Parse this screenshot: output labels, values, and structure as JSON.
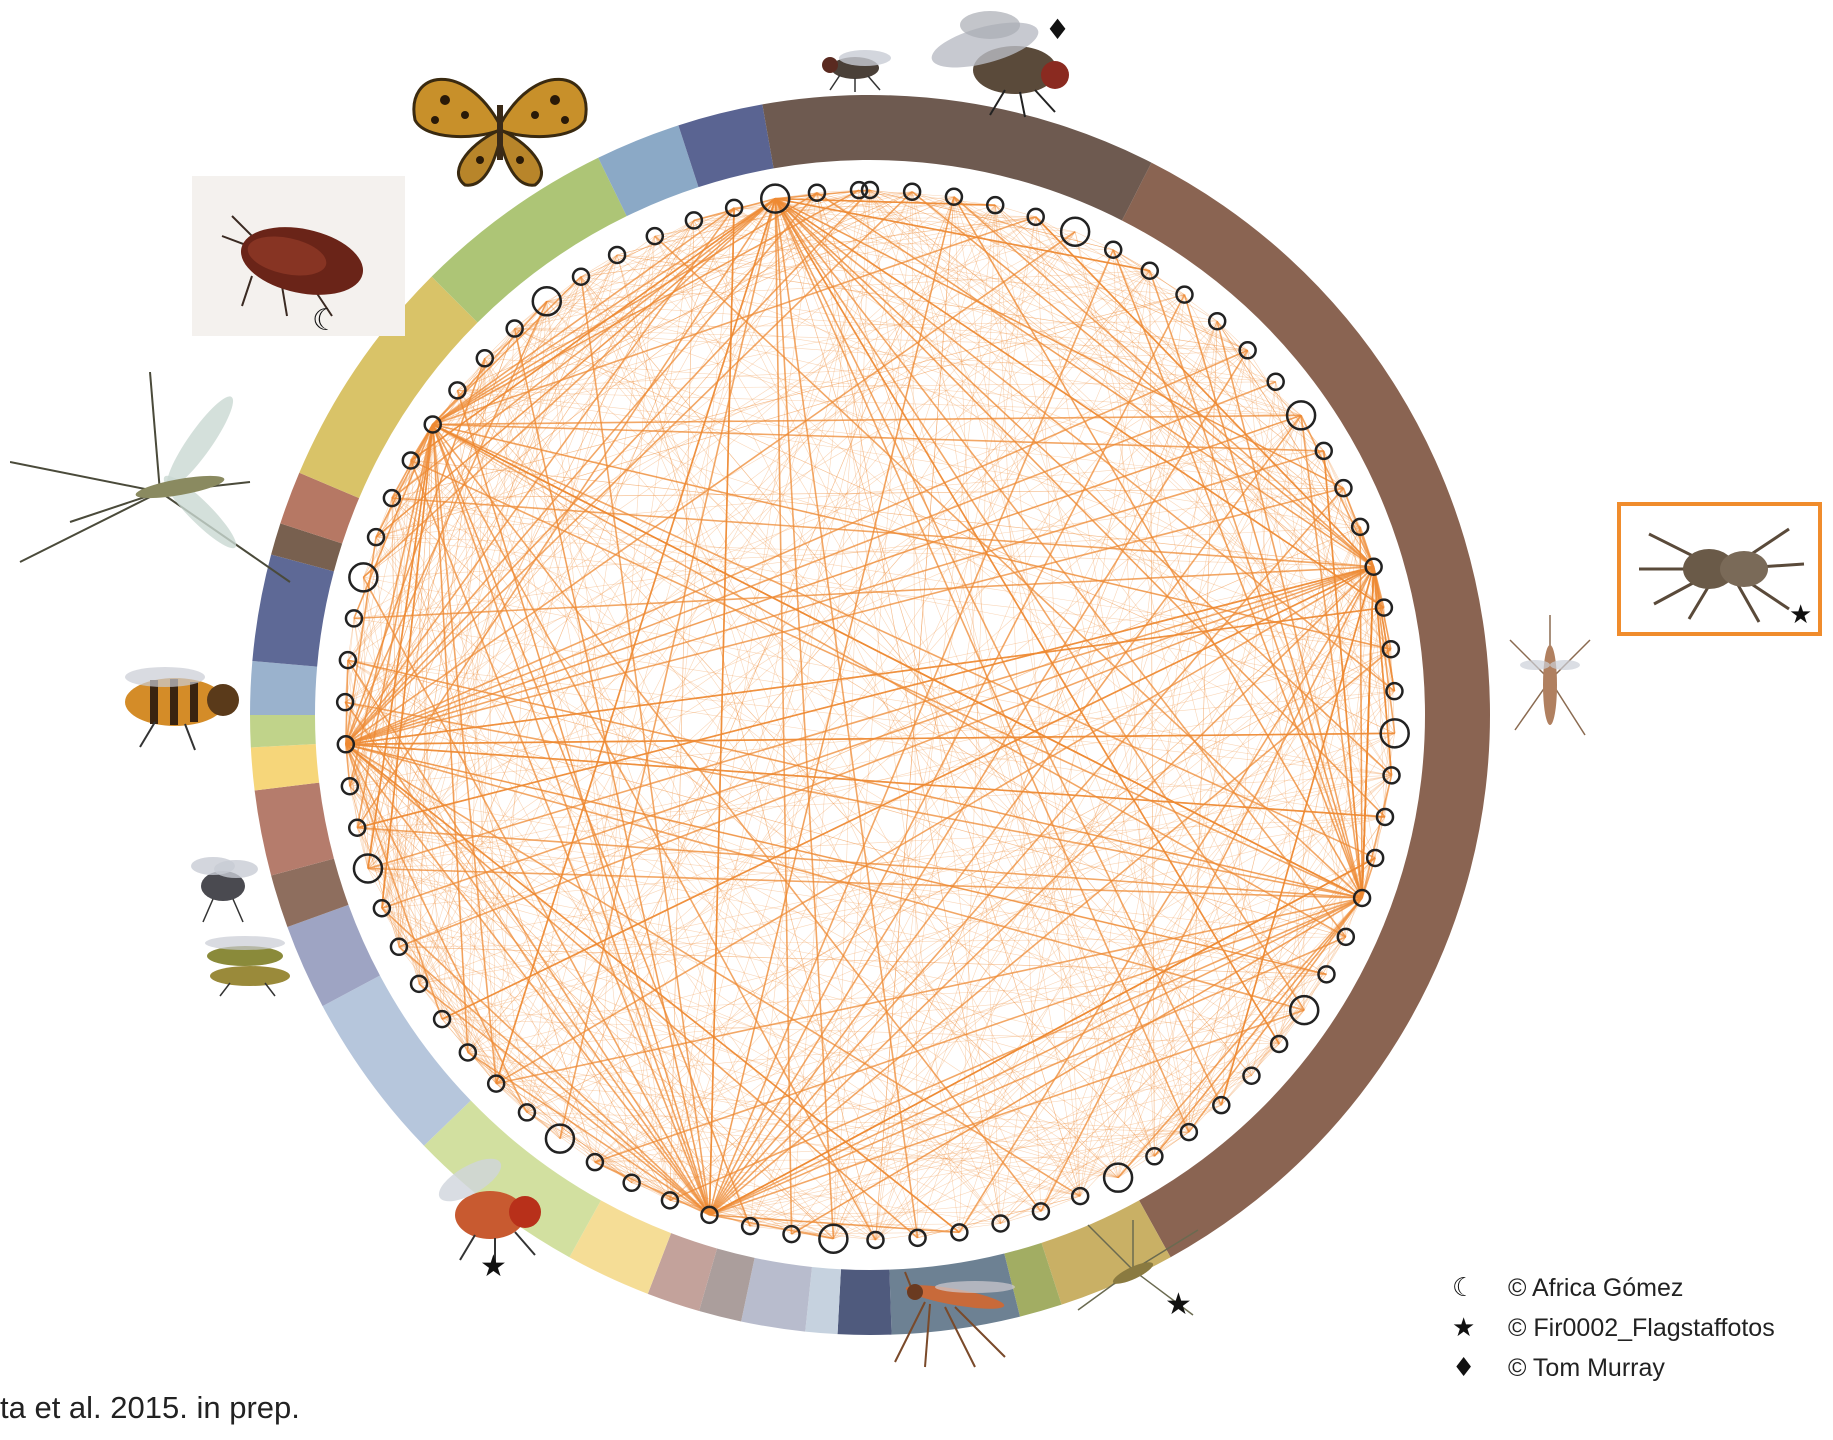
{
  "colors": {
    "edge": "#ee8a33",
    "node_stroke": "#222222",
    "highlight": "#f08c2c",
    "ring": [
      "#8a6452",
      "#c9b065",
      "#a2ad63",
      "#6d8193",
      "#4f5a7d",
      "#c6d2df",
      "#b8bccd",
      "#ab9e9c",
      "#c3a29b",
      "#f5dd96",
      "#d2e0a0",
      "#b6c6dc",
      "#9ea4c3",
      "#8e6e5e",
      "#b57c6c",
      "#f6d67a",
      "#c0d38a",
      "#9ab2cd",
      "#5e6996",
      "#78604f",
      "#b67864",
      "#d9c368",
      "#adc576",
      "#8ba9c6",
      "#5a6492",
      "#6e5a50"
    ]
  },
  "images": [
    {
      "name": "moth-photo",
      "icon": "moth"
    },
    {
      "name": "butterfly-photo",
      "icon": "butterfly"
    },
    {
      "name": "fly-small-photo",
      "icon": "fly"
    },
    {
      "name": "fly-large-photo",
      "icon": "fly"
    },
    {
      "name": "crane-fly-photo",
      "icon": "crane-fly"
    },
    {
      "name": "hoverfly-photo",
      "icon": "hoverfly"
    },
    {
      "name": "house-fly-photo",
      "icon": "fly"
    },
    {
      "name": "soldier-fly-photo",
      "icon": "fly"
    },
    {
      "name": "fruit-fly-photo",
      "icon": "fly"
    },
    {
      "name": "dance-fly-photo",
      "icon": "long-legged-fly"
    },
    {
      "name": "midge-photo",
      "icon": "midge"
    },
    {
      "name": "mosquito-photo",
      "icon": "mosquito"
    },
    {
      "name": "spider-photo",
      "icon": "spider"
    }
  ],
  "credit_marks": {
    "moth": "☾",
    "fly_large": "♦",
    "spider": "★",
    "fruit_fly": "★",
    "midge": "★"
  },
  "legend": [
    {
      "symbol": "☾",
      "text": "© Africa Gómez"
    },
    {
      "symbol": "★",
      "text": "© Fir0002_Flagstaffotos"
    },
    {
      "symbol": "♦",
      "text": "© Tom Murray"
    }
  ],
  "citation": "ta et al. 2015. in prep."
}
